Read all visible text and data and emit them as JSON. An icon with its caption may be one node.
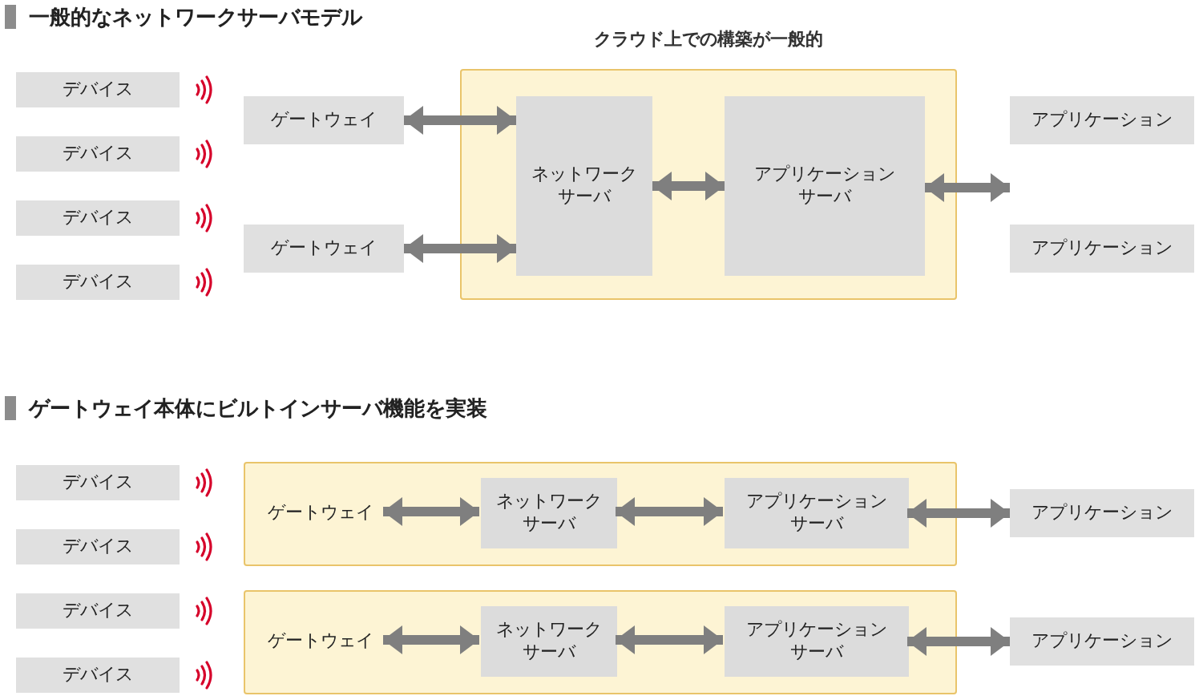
{
  "diagram": {
    "nodes": [
      {
        "text": [
          "デバイス"
        ]
      },
      {
        "text": [
          "デバイス"
        ]
      },
      {
        "text": [
          "デバイス"
        ]
      },
      {
        "text": [
          "デバイス"
        ]
      },
      {
        "text": [
          "ゲートウェイ"
        ]
      },
      {
        "text": [
          "ゲートウェイ"
        ]
      },
      {
        "text": [
          "クラウド上での構築が一般的"
        ]
      },
      {
        "text": [
          "ネットワークサーバ"
        ],
        "in": 6
      },
      {
        "text": [
          "アプリケーションサーバ"
        ],
        "in": 6
      },
      {
        "text": [
          "アプリケーション"
        ]
      },
      {
        "text": [
          "アプリケーション"
        ]
      },
      {
        "text": [
          "デバイス"
        ]
      },
      {
        "text": [
          "デバイス"
        ]
      },
      {
        "text": [
          "デバイス"
        ]
      },
      {
        "text": [
          "デバイス"
        ]
      },
      {
        "text": [],
        "shape": "box"
      },
      {
        "text": [
          "ゲートウェイ"
        ],
        "in": 15
      },
      {
        "text": [
          "ネットワークサーバ"
        ],
        "in": 15
      },
      {
        "text": [
          "アプリケーションサーバ"
        ],
        "in": 15
      },
      {
        "text": [],
        "shape": "box"
      },
      {
        "text": [
          "ゲートウェイ"
        ],
        "in": 19
      },
      {
        "text": [
          "ネットワークサーバ"
        ],
        "in": 19
      },
      {
        "text": [
          "アプリケーションサーバ"
        ],
        "in": 19
      },
      {
        "text": [
          "アプリケーション"
        ]
      },
      {
        "text": [
          "アプリケーション"
        ]
      }
    ],
    "edges": [
      {
        "from": 4,
        "to": 7,
        "arrow": "both"
      },
      {
        "from": 5,
        "to": 7,
        "arrow": "both"
      },
      {
        "from": 7,
        "to": 8,
        "arrow": "both"
      },
      {
        "from": 8,
        "to": 9,
        "arrow": "both"
      },
      {
        "from": 16,
        "to": 17,
        "arrow": "both"
      },
      {
        "from": 17,
        "to": 18,
        "arrow": "both"
      },
      {
        "from": 18,
        "to": 23,
        "arrow": "both"
      },
      {
        "from": 20,
        "to": 21,
        "arrow": "both"
      },
      {
        "from": 21,
        "to": 22,
        "arrow": "both"
      },
      {
        "from": 22,
        "to": 24,
        "arrow": "both"
      }
    ],
    "labels": [
      "一般的なネットワークサーバモデル",
      "ゲートウェイ本体にビルトインサーバ機能を実装"
    ]
  }
}
